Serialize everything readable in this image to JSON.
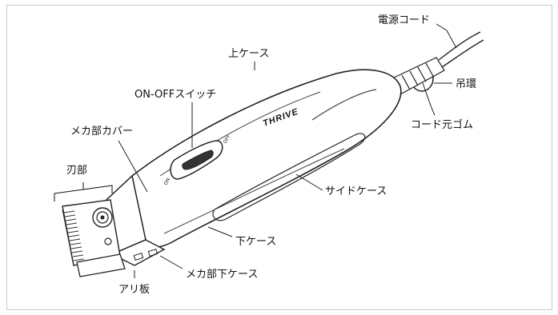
{
  "labels": {
    "power_cord": "電源コード",
    "hang_ring": "吊環",
    "cord_rubber": "コード元ゴム",
    "upper_case": "上ケース",
    "on_off_switch": "ON-OFFスイッチ",
    "mecha_cover": "メカ部カバー",
    "blade": "刃部",
    "side_case": "サイドケース",
    "lower_case": "下ケース",
    "mecha_lower_case": "メカ部下ケース",
    "ant_plate": "アリ板"
  },
  "product": {
    "brand": "THRIVE",
    "switch_on": "ON",
    "switch_off": "OFF"
  }
}
